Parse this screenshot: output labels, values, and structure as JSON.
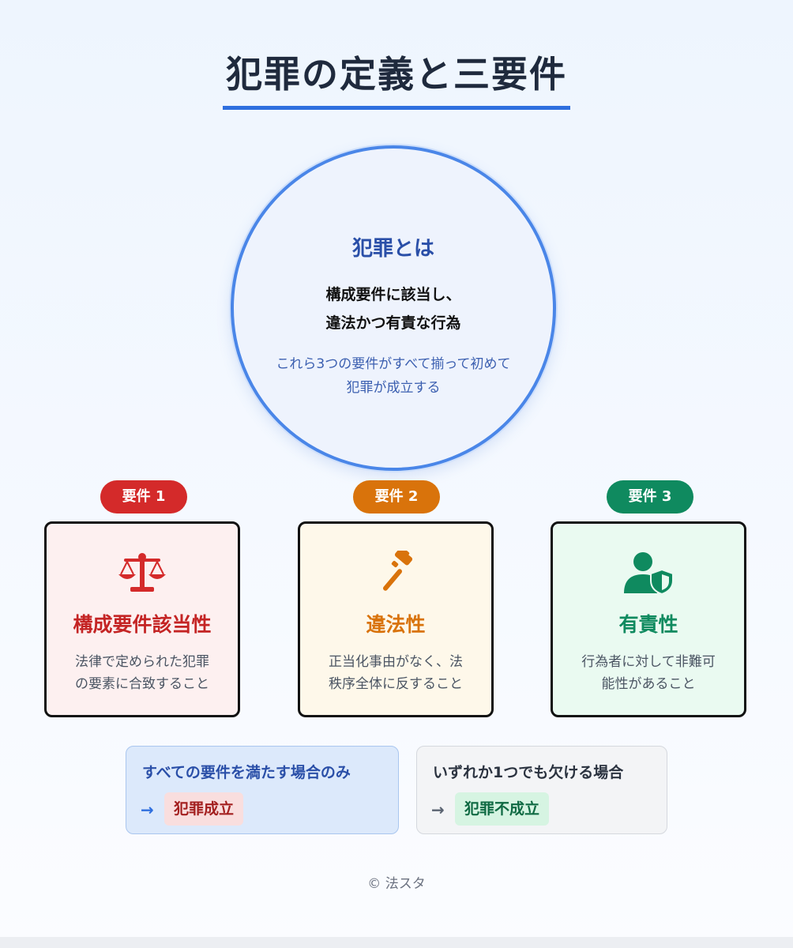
{
  "title": "犯罪の定義と三要件",
  "definition": {
    "heading": "犯罪とは",
    "line1": "構成要件に該当し、",
    "line2": "違法かつ有責な行為",
    "note1": "これら3つの要件がすべて揃って初めて",
    "note2": "犯罪が成立する"
  },
  "requirements": [
    {
      "badge": "要件 1",
      "name": "構成要件該当性",
      "desc1": "法律で定められた犯罪",
      "desc2": "の要素に合致すること",
      "icon": "scale-icon",
      "color": "#d42a2a",
      "bg": "#fdf0f0"
    },
    {
      "badge": "要件 2",
      "name": "違法性",
      "desc1": "正当化事由がなく、法",
      "desc2": "秩序全体に反すること",
      "icon": "gavel-icon",
      "color": "#d9730b",
      "bg": "#fef8ea"
    },
    {
      "badge": "要件 3",
      "name": "有責性",
      "desc1": "行為者に対して非難可",
      "desc2": "能性があること",
      "icon": "user-shield-icon",
      "color": "#0f8a5f",
      "bg": "#eafaf1"
    }
  ],
  "results": {
    "all": {
      "condition": "すべての要件を満たす場合のみ",
      "arrow": "→",
      "result": "犯罪成立"
    },
    "missing": {
      "condition": "いずれか1つでも欠ける場合",
      "arrow": "→",
      "result": "犯罪不成立"
    }
  },
  "footer": "© 法スタ"
}
